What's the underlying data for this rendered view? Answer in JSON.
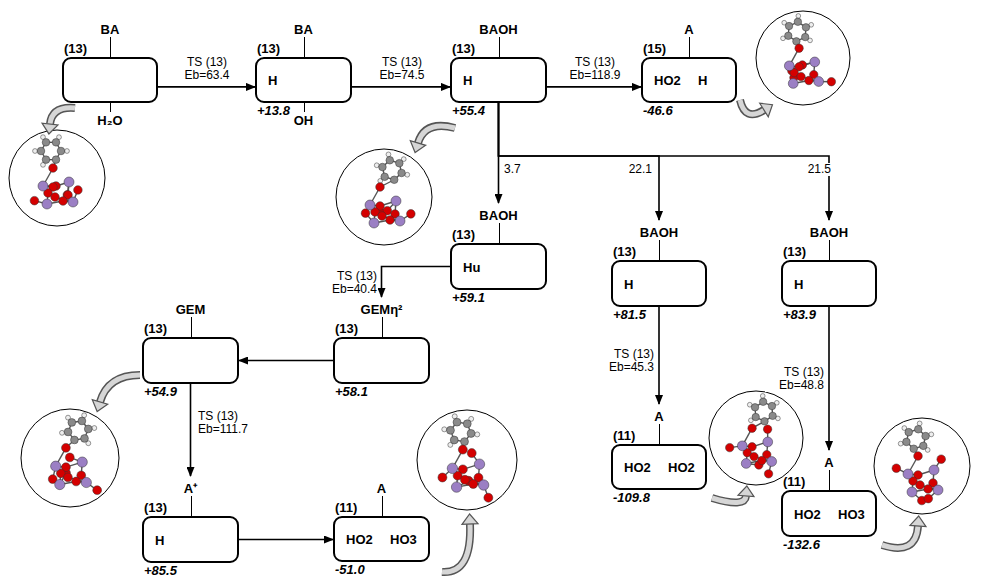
{
  "diagram": {
    "nodes": [
      {
        "text": [
          "(13)",
          "BA",
          "H₂O"
        ]
      },
      {
        "text": [
          "(13)",
          "BA",
          "H",
          "+13.8",
          "OH"
        ]
      },
      {
        "text": [
          "(13)",
          "BAOH",
          "H",
          "+55.4"
        ]
      },
      {
        "text": [
          "(15)",
          "A",
          "HO2",
          "H",
          "-46.6"
        ]
      },
      {
        "text": [
          "(13)",
          "BAOH",
          "Hu",
          "+59.1"
        ]
      },
      {
        "text": [
          "(13)",
          "GEMη²",
          "+58.1"
        ]
      },
      {
        "text": [
          "(13)",
          "GEM",
          "+54.9"
        ]
      },
      {
        "text": [
          "(13)",
          "A⁺",
          "H",
          "+85.5"
        ]
      },
      {
        "text": [
          "(11)",
          "A",
          "HO2",
          "HO3",
          "-51.0"
        ]
      },
      {
        "text": [
          "(13)",
          "BAOH",
          "H",
          "+81.5"
        ]
      },
      {
        "text": [
          "(11)",
          "A",
          "HO2",
          "HO2",
          "-109.8"
        ]
      },
      {
        "text": [
          "(13)",
          "BAOH",
          "H",
          "+83.9"
        ]
      },
      {
        "text": [
          "(11)",
          "A",
          "HO2",
          "HO3",
          "-132.6"
        ]
      }
    ],
    "edges": [
      {
        "from": 0,
        "to": 1,
        "arrow": "to",
        "label": "TS (13) Eb=63.4"
      },
      {
        "from": 1,
        "to": 2,
        "arrow": "to",
        "label": "TS (13) Eb=74.5"
      },
      {
        "from": 2,
        "to": 3,
        "arrow": "to",
        "label": "TS (13) Eb=118.9"
      },
      {
        "from": 2,
        "to": 4,
        "arrow": "to",
        "label": "3.7"
      },
      {
        "from": 2,
        "to": 9,
        "arrow": "to",
        "label": "22.1"
      },
      {
        "from": 2,
        "to": 11,
        "arrow": "to",
        "label": "21.5"
      },
      {
        "from": 4,
        "to": 5,
        "arrow": "to",
        "label": "TS (13) Eb=40.4"
      },
      {
        "from": 5,
        "to": 6,
        "arrow": "to"
      },
      {
        "from": 6,
        "to": 7,
        "arrow": "to",
        "label": "TS (13) Eb=111.7"
      },
      {
        "from": 7,
        "to": 8,
        "arrow": "to"
      },
      {
        "from": 9,
        "to": 10,
        "arrow": "to",
        "label": "TS (13) Eb=45.3"
      },
      {
        "from": 11,
        "to": 12,
        "arrow": "to",
        "label": "TS (13) Eb=48.8"
      }
    ]
  }
}
